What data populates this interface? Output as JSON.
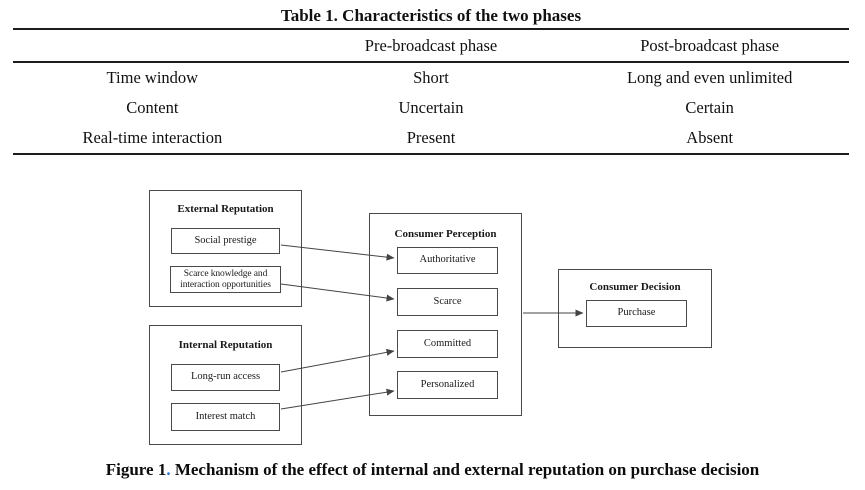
{
  "table": {
    "title": "Table 1. Characteristics of the two phases",
    "columns": [
      "",
      "Pre-broadcast phase",
      "Post-broadcast phase"
    ],
    "rows": [
      {
        "label": "Time window",
        "pre": "Short",
        "post": "Long and even unlimited"
      },
      {
        "label": "Content",
        "pre": "Uncertain",
        "post": "Certain"
      },
      {
        "label": "Real-time interaction",
        "pre": "Present",
        "post": "Absent"
      }
    ]
  },
  "diagram": {
    "external": {
      "title": "External Reputation",
      "items": {
        "social_prestige": "Social prestige",
        "scarce_knowledge": "Scarce knowledge and interaction opportunities"
      }
    },
    "internal": {
      "title": "Internal Reputation",
      "items": {
        "long_run_access": "Long-run access",
        "interest_match": "Interest match"
      }
    },
    "perception": {
      "title": "Consumer Perception",
      "items": {
        "authoritative": "Authoritative",
        "scarce": "Scarce",
        "committed": "Committed",
        "personalized": "Personalized"
      }
    },
    "decision": {
      "title": "Consumer Decision",
      "items": {
        "purchase": "Purchase"
      }
    }
  },
  "figure_caption": {
    "label": "Figure 1",
    "dot": ".",
    "text": " Mechanism of the effect of internal and external reputation on purchase decision"
  },
  "colors": {
    "caption_dot_blue": "#2577d2",
    "diagram_line": "#444444",
    "rule_black": "#1c1c1c"
  }
}
